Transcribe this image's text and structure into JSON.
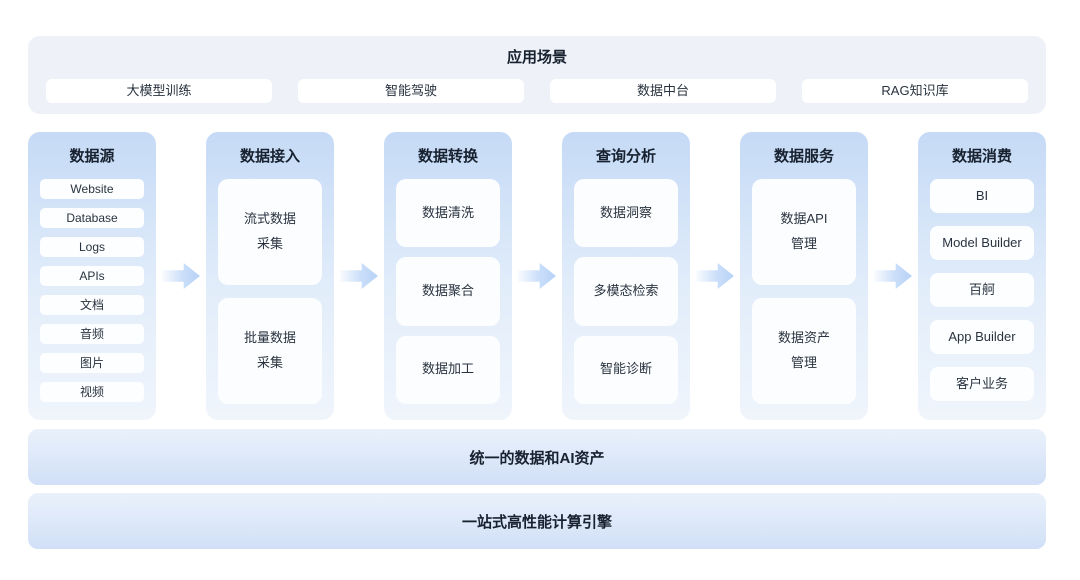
{
  "app_scenarios": {
    "title": "应用场景",
    "items": [
      "大模型训练",
      "智能驾驶",
      "数据中台",
      "RAG知识库"
    ]
  },
  "pipeline": {
    "columns": [
      {
        "title": "数据源",
        "items": [
          "Website",
          "Database",
          "Logs",
          "APIs",
          "文档",
          "音频",
          "图片",
          "视频"
        ]
      },
      {
        "title": "数据接入",
        "items": [
          "流式数据\n采集",
          "批量数据\n采集"
        ]
      },
      {
        "title": "数据转换",
        "items": [
          "数据清洗",
          "数据聚合",
          "数据加工"
        ]
      },
      {
        "title": "查询分析",
        "items": [
          "数据洞察",
          "多模态检索",
          "智能诊断"
        ]
      },
      {
        "title": "数据服务",
        "items": [
          "数据API\n管理",
          "数据资产\n管理"
        ]
      },
      {
        "title": "数据消费",
        "items": [
          "BI",
          "Model Builder",
          "百舸",
          "App Builder",
          "客户业务"
        ]
      }
    ]
  },
  "bottom_bars": [
    "统一的数据和AI资产",
    "一站式高性能计算引擎"
  ],
  "colors": {
    "panel_bg": "#eef2f8",
    "column_gradient_top": "#c5daf6",
    "column_gradient_bottom": "#f0f5fc",
    "card_bg": "#fcfdff",
    "arrow_blue": "#b7d3f7",
    "bar_gradient_top": "#eaf1fb",
    "bar_gradient_bottom": "#d1e0f7",
    "text_dark": "#17212f"
  }
}
